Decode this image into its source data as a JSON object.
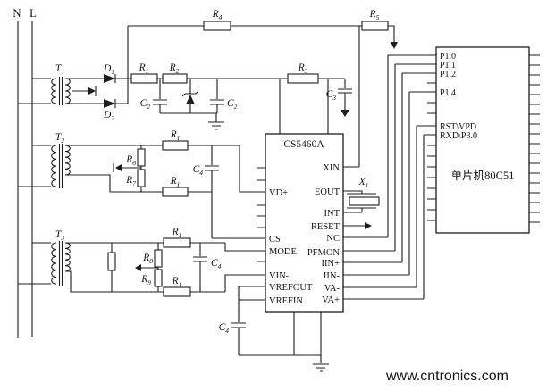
{
  "rails": {
    "n": "N",
    "l": "L"
  },
  "parts": {
    "t1": {
      "sym": "T",
      "sub": "1"
    },
    "t2": {
      "sym": "T",
      "sub": "2"
    },
    "t3": {
      "sym": "T",
      "sub": "3"
    },
    "d1": {
      "sym": "D",
      "sub": "1"
    },
    "d2": {
      "sym": "D",
      "sub": "2"
    },
    "r1_rect": {
      "sym": "R",
      "sub": "1"
    },
    "r2": {
      "sym": "R",
      "sub": "2"
    },
    "r3": {
      "sym": "R",
      "sub": "3"
    },
    "r4": {
      "sym": "R",
      "sub": "4"
    },
    "r5": {
      "sym": "R",
      "sub": "5"
    },
    "r1_t2_top": {
      "sym": "R",
      "sub": "1"
    },
    "r1_t2_bot": {
      "sym": "R",
      "sub": "1"
    },
    "r1_t3_top": {
      "sym": "R",
      "sub": "1"
    },
    "r1_t3_bot": {
      "sym": "R",
      "sub": "1"
    },
    "r6": {
      "sym": "R",
      "sub": "6"
    },
    "r7": {
      "sym": "R",
      "sub": "7"
    },
    "r8": {
      "sym": "R",
      "sub": "8"
    },
    "r9": {
      "sym": "R",
      "sub": "9"
    },
    "c2_left": {
      "sym": "C",
      "sub": "2"
    },
    "c2_right": {
      "sym": "C",
      "sub": "2"
    },
    "c3": {
      "sym": "C",
      "sub": "3"
    },
    "c4_t2": {
      "sym": "C",
      "sub": "4"
    },
    "c4_t3": {
      "sym": "C",
      "sub": "4"
    },
    "c4_ref": {
      "sym": "C",
      "sub": "4"
    },
    "x1": {
      "sym": "X",
      "sub": "1"
    }
  },
  "cs5460a": {
    "name": "CS5460A",
    "left_pins": [
      "VD+",
      "CS",
      "MODE",
      "VIN-",
      "VREFOUT",
      "VREFIN"
    ],
    "right_pins": [
      "XIN",
      "EOUT",
      "INT",
      "RESET",
      "NC",
      "PFMON",
      "IIN+",
      "IIN-",
      "VA-",
      "VA+"
    ]
  },
  "mcu": {
    "name": "单片机80C51",
    "left_pins": [
      "P1.0",
      "P1.1",
      "P1.2",
      "P1.4",
      "RST\\VPD",
      "RXD\\P3.0"
    ]
  },
  "watermark": {
    "text": "www.cntronics.com",
    "color": "#a0cf9c"
  }
}
